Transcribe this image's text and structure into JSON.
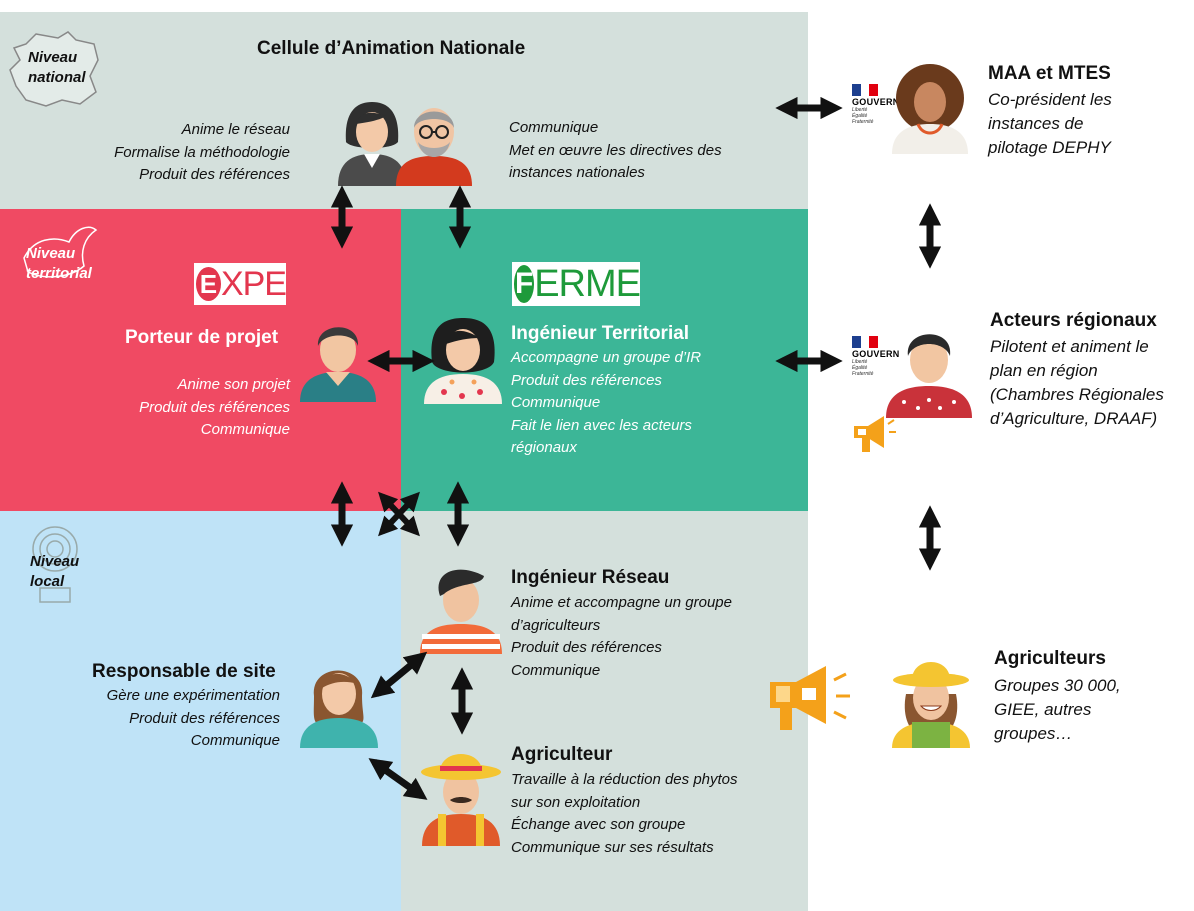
{
  "national": {
    "title": "Cellule d’Animation Nationale",
    "level_label": [
      "Niveau",
      "national"
    ],
    "left_desc": [
      "Anime le réseau",
      "Formalise la méthodologie",
      "Produit des références"
    ],
    "right_desc": [
      "Communique",
      "Met en œuvre les directives des",
      "instances nationales"
    ]
  },
  "territorial": {
    "level_label": [
      "Niveau",
      "territorial"
    ],
    "expe": {
      "logo_letter": "E",
      "logo_rest": "XPE",
      "title": "Porteur de projet",
      "desc": [
        "Anime son projet",
        "Produit des références",
        "Communique"
      ]
    },
    "ferme": {
      "logo_letter": "F",
      "logo_rest": "ERME",
      "title": "Ingénieur Territorial",
      "desc": [
        "Accompagne un groupe d’IR",
        "Produit des références",
        "Communique",
        "Fait le lien avec les acteurs",
        "régionaux"
      ]
    }
  },
  "local": {
    "level_label": [
      "Niveau",
      "local"
    ],
    "ingenieur_reseau": {
      "title": "Ingénieur Réseau",
      "desc": [
        "Anime et accompagne un groupe",
        "d’agriculteurs",
        "Produit des références",
        "Communique"
      ]
    },
    "responsable_site": {
      "title": "Responsable de site",
      "desc": [
        "Gère une expérimentation",
        "Produit des références",
        "Communique"
      ]
    },
    "agriculteur": {
      "title": "Agriculteur",
      "desc": [
        "Travaille à la réduction des phytos",
        "sur son exploitation",
        "Échange avec son groupe",
        "Communique sur ses résultats"
      ]
    }
  },
  "right_side": {
    "gouv_label": "GOUVERN",
    "gouv_motto": [
      "Liberté",
      "Égalité",
      "Fraternité"
    ],
    "maa": {
      "title": "MAA et MTES",
      "desc": [
        "Co-président les",
        "instances de",
        "pilotage DEPHY"
      ]
    },
    "acteurs": {
      "title": "Acteurs régionaux",
      "desc": [
        "Pilotent et animent le",
        "plan en région",
        "(Chambres Régionales",
        "d’Agriculture, DRAAF)"
      ]
    },
    "agriculteurs": {
      "title": "Agriculteurs",
      "desc": [
        "Groupes 30 000,",
        "GIEE, autres",
        "groupes…"
      ]
    }
  },
  "colors": {
    "national_bg": "#d4e0dc",
    "expe_bg": "#f04a63",
    "ferme_bg": "#3cb697",
    "local_left_bg": "#bfe3f7",
    "local_right_bg": "#d4e0dc",
    "arrow": "#111111"
  }
}
